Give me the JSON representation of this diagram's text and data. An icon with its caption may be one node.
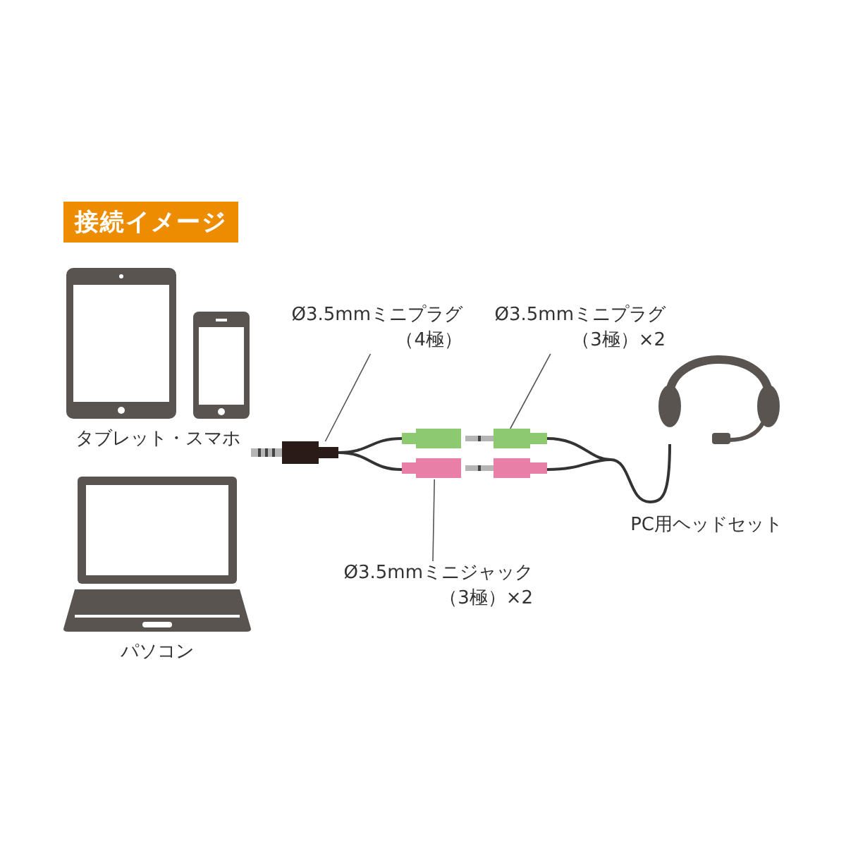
{
  "diagram": {
    "title": "接続イメージ",
    "nodes": [
      {
        "text": [],
        "shape": "picture",
        "beside": [
          "タブレット・スマホ"
        ]
      },
      {
        "text": [],
        "shape": "picture",
        "beside": [
          "パソコン"
        ]
      },
      {
        "text": [
          "Ø3.5mmミニプラグ（4極）"
        ]
      },
      {
        "text": [],
        "shape": "picture"
      },
      {
        "text": [
          "Ø3.5mmミニプラグ（3極）×2"
        ]
      },
      {
        "text": [],
        "shape": "picture"
      },
      {
        "text": [
          "Ø3.5mmミニジャック（3極）×2"
        ]
      },
      {
        "text": [],
        "shape": "picture"
      },
      {
        "text": [],
        "shape": "picture",
        "beside": [
          "PC用ヘッドセット"
        ]
      }
    ],
    "edges": [
      {
        "from": 2,
        "to": 3,
        "arrow": "none"
      },
      {
        "from": 4,
        "to": 7,
        "arrow": "none"
      },
      {
        "from": 6,
        "to": 5,
        "arrow": "none"
      },
      {
        "from": 3,
        "to": 5,
        "arrow": "none"
      },
      {
        "from": 7,
        "to": 8,
        "arrow": "none"
      }
    ]
  }
}
